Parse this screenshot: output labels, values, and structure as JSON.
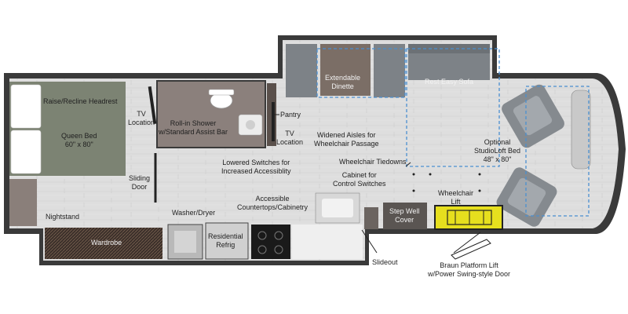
{
  "floorplan": {
    "labels": {
      "raise_recline_headrest": "Raise/Recline Headrest",
      "queen_bed": "Queen Bed\n60\" x 80\"",
      "tv_location_1": "TV\nLocation",
      "roll_in_shower": "Roll-in Shower\nw/Standard Assist Bar",
      "pantry": "Pantry",
      "tv_location_2": "TV\nLocation",
      "extendable_dinette": "Extendable\nDinette",
      "rest_easy_sofa": "Rest Easy Sofa",
      "widened_aisles": "Widened Aisles for\nWheelchair Passage",
      "optional_studioloft_bed": "Optional\nStudioLoft Bed\n48\" x 80\"",
      "lowered_switches": "Lowered Switches for\nIncreased Accessiblity",
      "wheelchair_tiedowns": "Wheelchair Tiedowns",
      "sliding_door": "Sliding\nDoor",
      "cabinet_control_switches": "Cabinet for\nControl Switches",
      "accessible_countertops": "Accessible\nCountertops/Cabinetry",
      "wheelchair_lift": "Wheelchair\nLift",
      "nightstand": "Nightstand",
      "washer_dryer": "Washer/Dryer",
      "step_well_cover": "Step Well\nCover",
      "wardrobe": "Wardrobe",
      "residential_refrig": "Residential\nRefrig",
      "slideout": "Slideout",
      "braun_platform_lift": "Braun Platform Lift\nw/Power Swing-style Door"
    },
    "colors": {
      "wall": "#3a3a3a",
      "floor": "#dcdcdc",
      "bed": "#7c8373",
      "bath_floor": "#8b807c",
      "furniture": "#7d8287",
      "dinette_table": "#7b6e66",
      "lift": "#e6df1e",
      "dashed_outline": "#4a8fd0"
    }
  }
}
